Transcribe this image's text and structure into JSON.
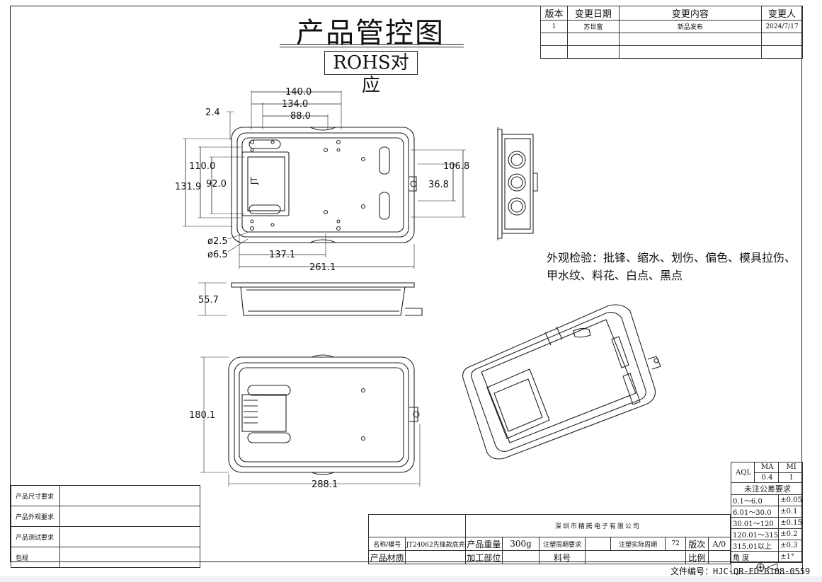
{
  "title": "产品管控图",
  "rohs": "ROHS对应",
  "revision": {
    "headers": [
      "版本",
      "变更日期",
      "变更内容",
      "变更人"
    ],
    "rows": [
      [
        "1",
        "苏世富",
        "新品发布",
        "2024/7/17"
      ]
    ]
  },
  "dimensions": {
    "top_140": "140.0",
    "top_134": "134.0",
    "top_88": "88.0",
    "left_24": "2.4",
    "h_110": "110.0",
    "h_131": "131.9",
    "h_92": "92.0",
    "r_106": "106.8",
    "r_36": "36.8",
    "d25": "ø2.5",
    "d65": "ø6.5",
    "w_137": "137.1",
    "w_261": "261.1",
    "h_557": "55.7",
    "h_180": "180.1",
    "w_288": "288.1",
    "logo": "JT"
  },
  "inspection": {
    "line1": "外观检验：批锋、缩水、划伤、偏色、模具拉伤、",
    "line2": "甲水纹、料花、白点、黑点"
  },
  "requirements": [
    "产品尺寸要求",
    "产品外观要求",
    "产品测试要求",
    "包规"
  ],
  "title_block": {
    "company": "深圳市精腾电子有限公司",
    "name_label": "名称/模号",
    "name_value": "JT24062先锋款底壳",
    "weight_label": "产品重量",
    "weight_value": "300g",
    "cycle_label": "注塑周期要求",
    "actual_label": "注塑实际周期",
    "actual_value": "72",
    "version_label": "版次",
    "version_value": "A/0",
    "material_label": "产品材质",
    "process_label": "加工部位",
    "part_label": "料号",
    "scale_label": "比例"
  },
  "tolerance": {
    "aql": "AQL",
    "ma": "MA",
    "mi": "MI",
    "ma_val": "0.4",
    "mi_val": "1",
    "header": "未注公差要求",
    "rows": [
      [
        "0.1～6.0",
        "±0.05"
      ],
      [
        "6.01～30.0",
        "±0.1"
      ],
      [
        "30.01～120",
        "±0.15"
      ],
      [
        "120.01～315",
        "±0.2"
      ],
      [
        "315.01以上",
        "±0.3"
      ],
      [
        "角 度",
        "±1°"
      ]
    ]
  },
  "file_number": "文件编号：HJC-QR-ED-B108-0559"
}
